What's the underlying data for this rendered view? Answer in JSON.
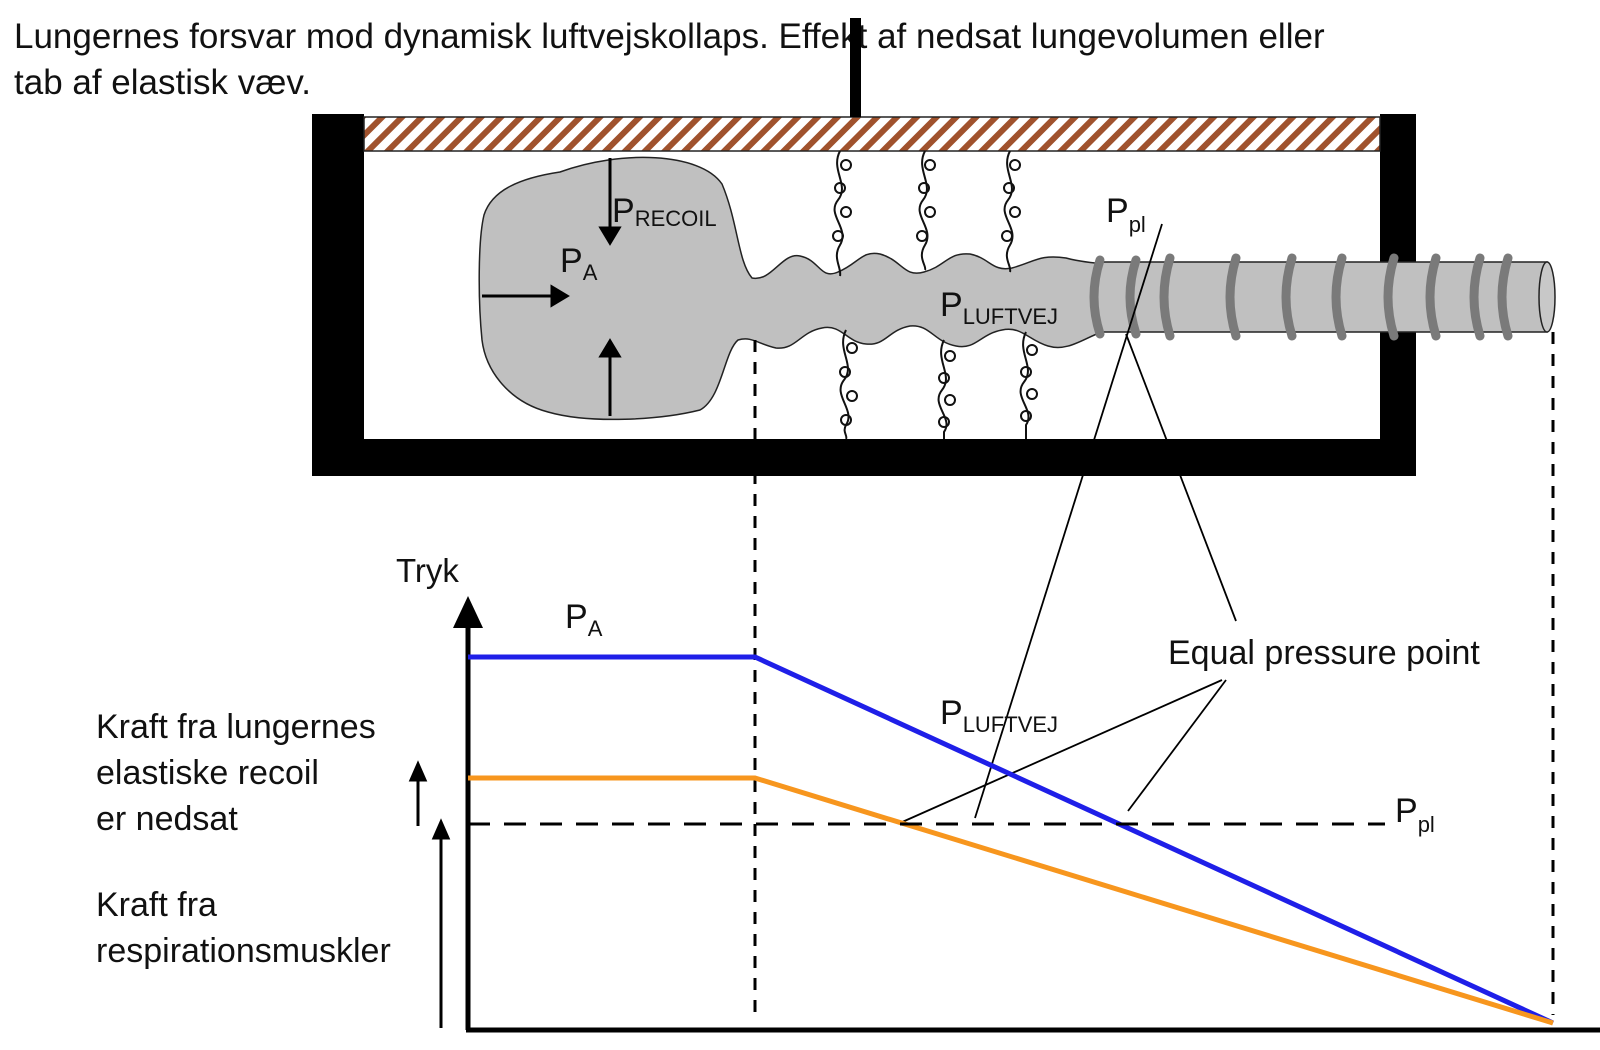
{
  "title": {
    "line1": "Lungernes forsvar mod dynamisk luftvejskollaps.  Effekt af nedsat lungevolumen eller",
    "line2": "tab af elastisk væv."
  },
  "labels": {
    "p": "P",
    "recoil_sub": "RECOIL",
    "a_sub": "A",
    "luftvej_sub": "LUFTVEJ",
    "pl_sub": "pl"
  },
  "graph": {
    "ylabel": "Tryk",
    "equal_pressure_point": "Equal pressure point",
    "left_text_1": [
      "Kraft fra lungernes",
      "elastiske recoil",
      "er nedsat"
    ],
    "left_text_2": [
      "Kraft fra",
      "respirationsmuskler"
    ]
  },
  "colors": {
    "normal_line": "#1f1fe8",
    "reduced_line": "#f7961e",
    "lung_fill": "#c0c0c0",
    "hatch": "#a0522d",
    "frame": "#000000"
  }
}
